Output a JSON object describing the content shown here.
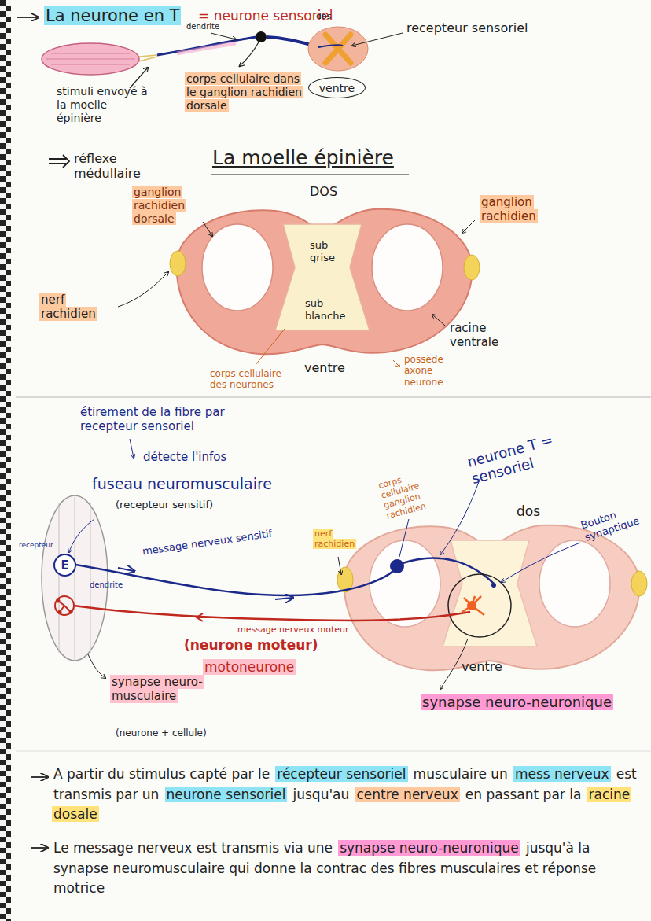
{
  "diagram": {
    "title": "La moelle épinière",
    "nodes": [
      {
        "text": [
          "ventre"
        ]
      },
      {
        "text": [
          "E"
        ]
      }
    ],
    "labels": [
      "La neurone en T",
      "= neurone sensoriel",
      "dendrite",
      "dos",
      "recepteur sensoriel",
      "stimuli envoyé à la moelle épinière",
      "corps cellulaire dans le ganglion rachidien dorsale",
      "réflexe médullaire",
      "DOS",
      "ganglion rachidien dorsale",
      "ganglion rachidien",
      "sub grise",
      "sub blanche",
      "nerf rachidien",
      "racine ventrale",
      "ventre",
      "possède axone neurone",
      "corps cellulaire des neurones",
      "étirement de la fibre par recepteur sensoriel",
      "détecte l'infos",
      "fuseau neuromusculaire",
      "(recepteur sensitif)",
      "recepteur",
      "dendrite",
      "message nerveux sensitif",
      "nerf rachidien",
      "corps cellulaire ganglion rachidien",
      "neurone T = sensoriel",
      "dos",
      "Bouton synaptique",
      "message nerveux moteur",
      "(neurone moteur)",
      "motoneurone",
      "synapse neuro-musculaire",
      "(neurone + cellule)",
      "ventre",
      "synapse neuro-neuronique",
      "A partir du stimulus capté par le",
      "récepteur sensoriel",
      "musculaire un",
      "mess nerveux",
      "est transmis par un",
      "neurone sensoriel",
      "jusqu'au",
      "centre nerveux",
      "en passant par la",
      "racine dosale",
      "Le message nerveux est transmis via une",
      "synapse neuro-neuronique",
      "jusqu'à la synapse neuromusculaire qui donne la contrac des fibres musculaires et réponse motrice"
    ]
  }
}
